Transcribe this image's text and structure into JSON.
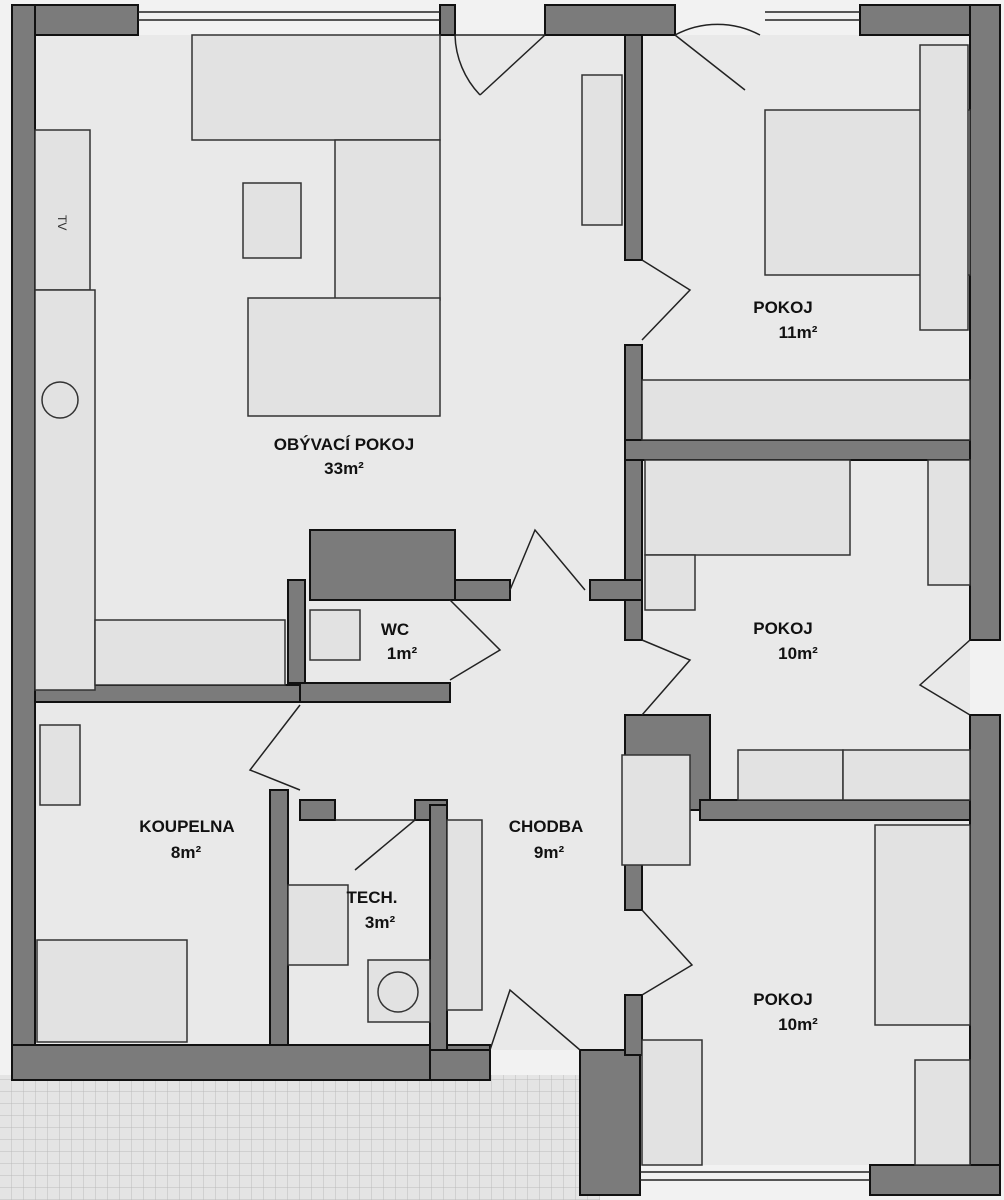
{
  "rooms": [
    {
      "name": "OBÝVACÍ POKOJ",
      "area": "33m²"
    },
    {
      "name": "POKOJ",
      "area": "11m²"
    },
    {
      "name": "POKOJ",
      "area": "10m²"
    },
    {
      "name": "WC",
      "area": "1m²"
    },
    {
      "name": "CHODBA",
      "area": "9m²"
    },
    {
      "name": "KOUPELNA",
      "area": "8m²"
    },
    {
      "name": "TECH.",
      "area": "3m²"
    },
    {
      "name": "POKOJ",
      "area": "10m²"
    }
  ],
  "tv_label": "TV",
  "colors": {
    "wall": "#7b7b7b",
    "floor": "#e9e9e9"
  }
}
